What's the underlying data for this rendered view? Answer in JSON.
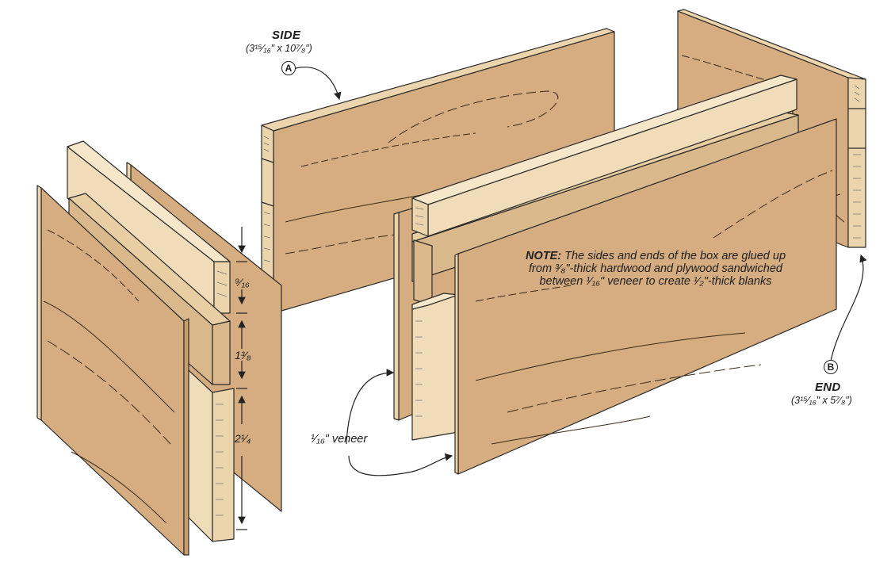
{
  "labels": {
    "side": {
      "title": "SIDE",
      "dims": "(3¹⁵⁄₁₆\" x 10⁷⁄₈\")",
      "callout": "A"
    },
    "end": {
      "title": "END",
      "dims": "(3¹⁵⁄₁₆\" x 5⁷⁄₈\")",
      "callout": "B"
    },
    "measurements": {
      "top": "⁹⁄₁₆",
      "middle": "1³⁄₈",
      "bottom": "2¹⁄₄"
    },
    "veneer": "¹⁄₁₆\" veneer",
    "note": {
      "heading": "NOTE:",
      "text": " The sides and ends of the box are glued up from ³⁄₈\"-thick hardwood and plywood sandwiched between ¹⁄₁₆\" veneer to create ¹⁄₂\"-thick blanks"
    }
  },
  "colors": {
    "veneer": "#d6ad80",
    "hardwood": "#f0dcb8",
    "plywood_edge": "#ecd5ad",
    "outline": "#2a2a2a"
  }
}
